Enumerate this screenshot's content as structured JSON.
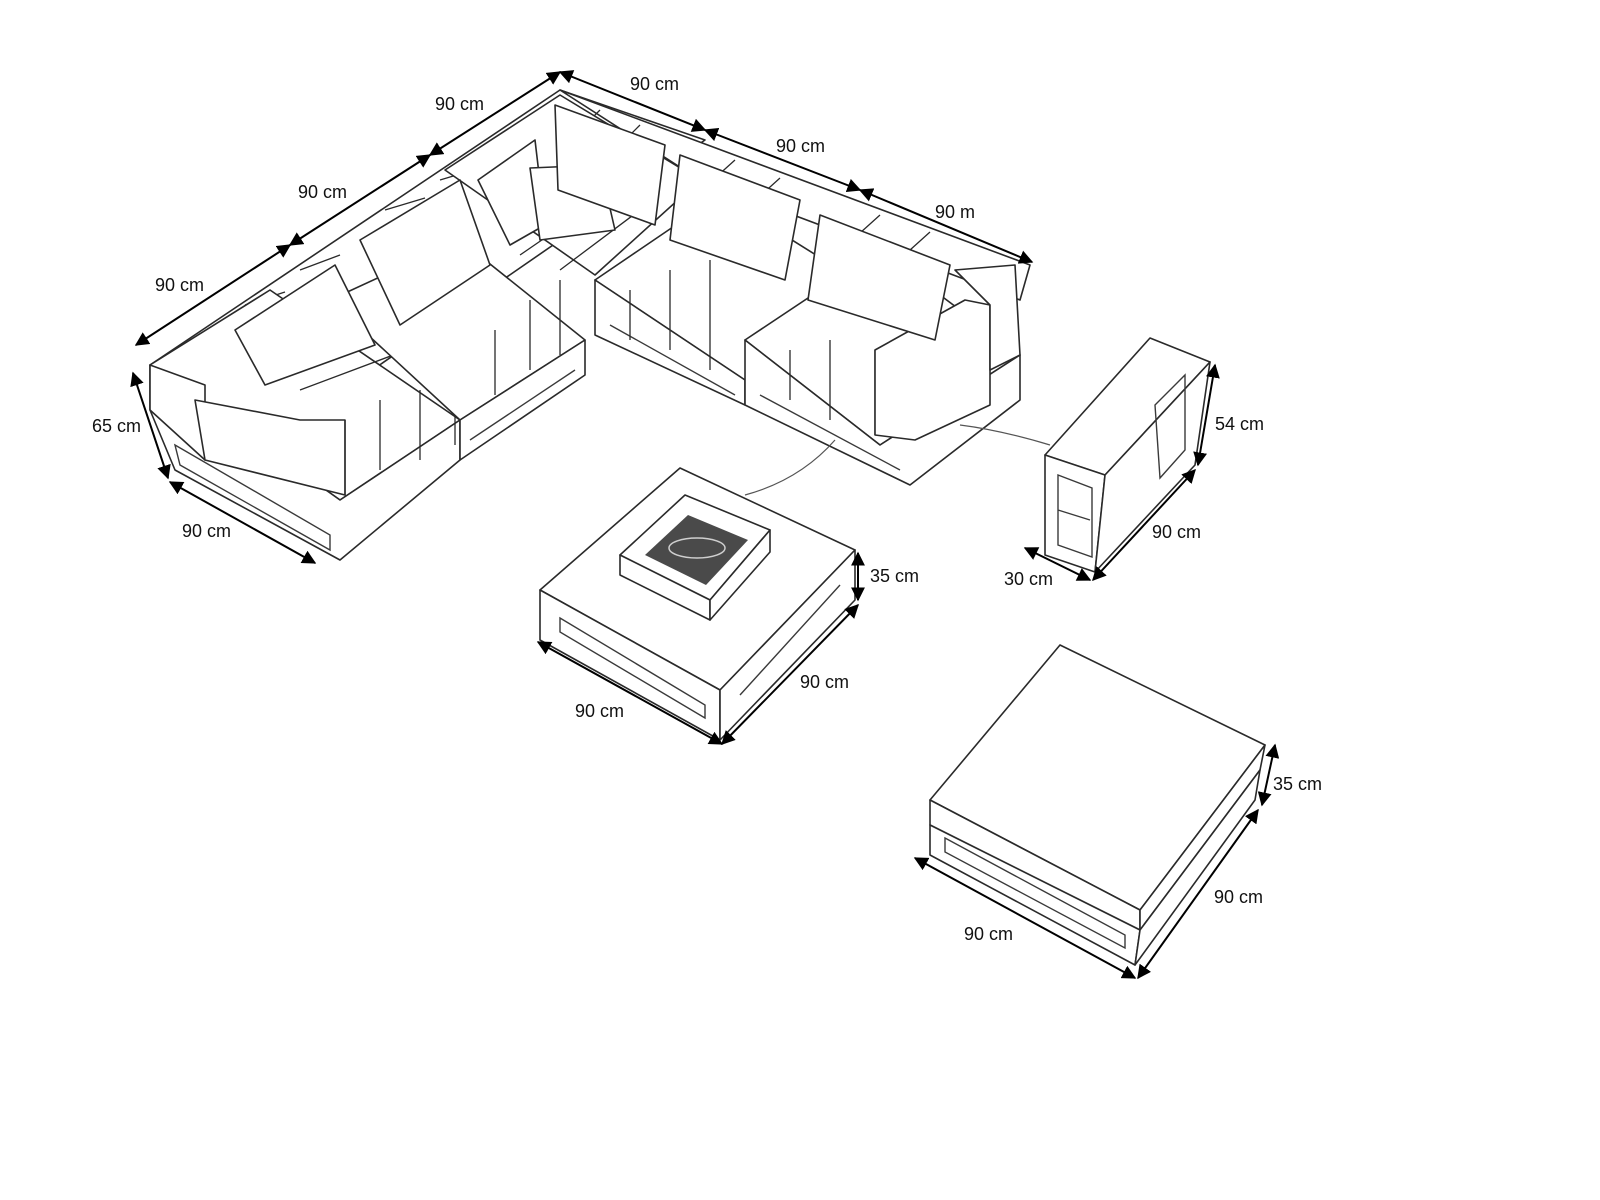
{
  "dimensions": {
    "back_right_top": "90 cm",
    "back_left_top": "90 cm",
    "right_arm_top": "90 cm",
    "left_upper": "90 cm",
    "right_end": "90 m",
    "left_lower": "90 cm",
    "sofa_height": "65 cm",
    "sofa_depth": "90 cm",
    "side_table_height": "54 cm",
    "side_table_length": "90 cm",
    "side_table_depth": "30 cm",
    "fire_table_height": "35 cm",
    "fire_table_width": "90 cm",
    "fire_table_depth": "90 cm",
    "ottoman_height": "35 cm",
    "ottoman_depth": "90 cm",
    "ottoman_width": "90 cm"
  },
  "colors": {
    "line": "#2a2a2a",
    "dimension": "#000000",
    "background": "#ffffff"
  }
}
